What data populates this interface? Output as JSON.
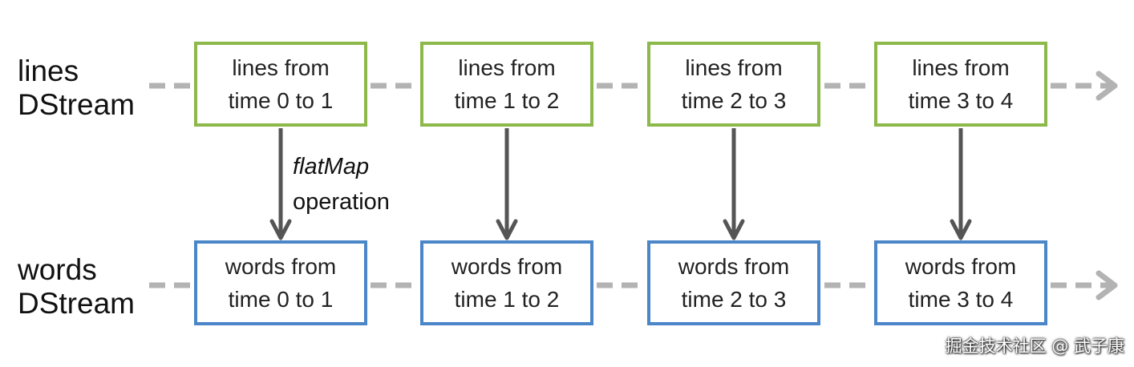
{
  "rows": [
    {
      "label_line1": "lines",
      "label_line2": "DStream",
      "boxes": [
        {
          "line1": "lines from",
          "line2": "time 0 to 1"
        },
        {
          "line1": "lines from",
          "line2": "time 1 to 2"
        },
        {
          "line1": "lines from",
          "line2": "time 2 to 3"
        },
        {
          "line1": "lines from",
          "line2": "time 3 to 4"
        }
      ]
    },
    {
      "label_line1": "words",
      "label_line2": "DStream",
      "boxes": [
        {
          "line1": "words from",
          "line2": "time 0 to 1"
        },
        {
          "line1": "words from",
          "line2": "time 1 to 2"
        },
        {
          "line1": "words from",
          "line2": "time 2 to 3"
        },
        {
          "line1": "words from",
          "line2": "time 3 to 4"
        }
      ]
    }
  ],
  "operation": {
    "name": "flatMap",
    "desc": "operation"
  },
  "watermark": "掘金技术社区 @ 武子康",
  "colors": {
    "lines_border": "#8db84a",
    "words_border": "#4a86c8",
    "stream_arrow": "#b3b3b3",
    "op_arrow": "#555555"
  }
}
